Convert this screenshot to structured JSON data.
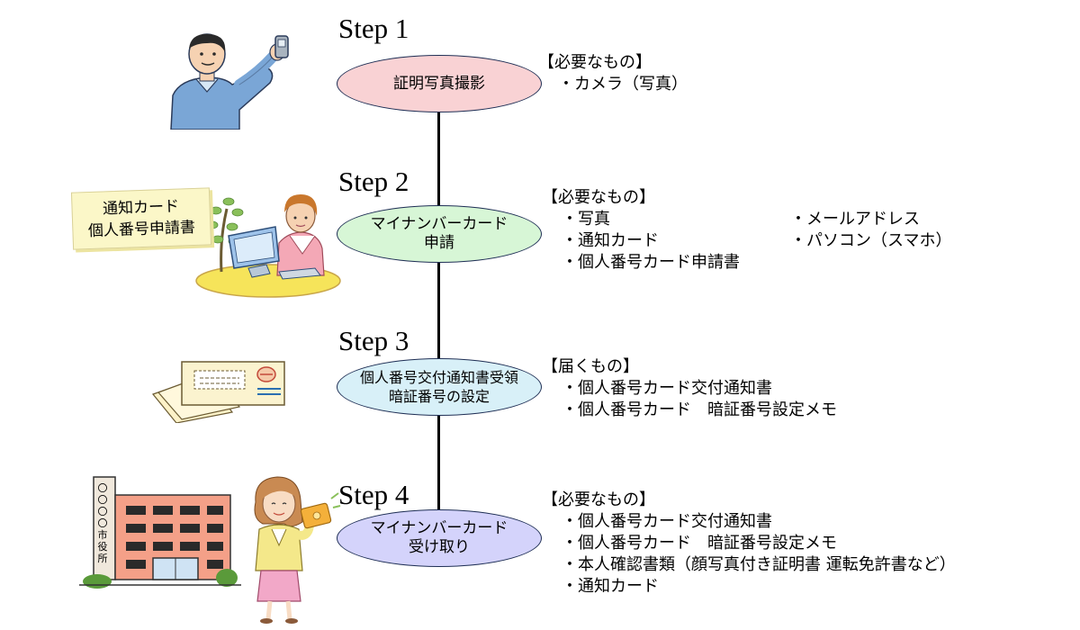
{
  "steps": [
    {
      "title": "Step 1",
      "label_lines": [
        "証明写真撮影"
      ],
      "info_heading": "【必要なもの】",
      "items": [
        "・カメラ（写真）"
      ]
    },
    {
      "title": "Step 2",
      "label_lines": [
        "マイナンバーカード",
        "申請"
      ],
      "info_heading": "【必要なもの】",
      "items_col1": [
        "・写真",
        "・通知カード",
        "・個人番号カード申請書"
      ],
      "items_col2": [
        "・メールアドレス",
        "・パソコン（スマホ）"
      ]
    },
    {
      "title": "Step 3",
      "label_lines": [
        "個人番号交付通知書受領",
        "暗証番号の設定"
      ],
      "info_heading": "【届くもの】",
      "items": [
        "・個人番号カード交付通知書",
        "・個人番号カード　暗証番号設定メモ"
      ]
    },
    {
      "title": "Step 4",
      "label_lines": [
        "マイナンバーカード",
        "受け取り"
      ],
      "info_heading": "【必要なもの】",
      "items": [
        "・個人番号カード交付通知書",
        "・個人番号カード　暗証番号設定メモ",
        "・本人確認書類（顔写真付き証明書 運転免許書など）",
        "・通知カード"
      ]
    }
  ],
  "note_card": {
    "lines": [
      "通知カード",
      "個人番号申請書"
    ]
  },
  "building_sign": "〇〇〇〇市役所",
  "colors": {
    "step1": "#f9d2d4",
    "step2": "#d7f6d6",
    "step3": "#d8f0f8",
    "step4": "#d4d3fb",
    "outline": "#1f2f55"
  }
}
